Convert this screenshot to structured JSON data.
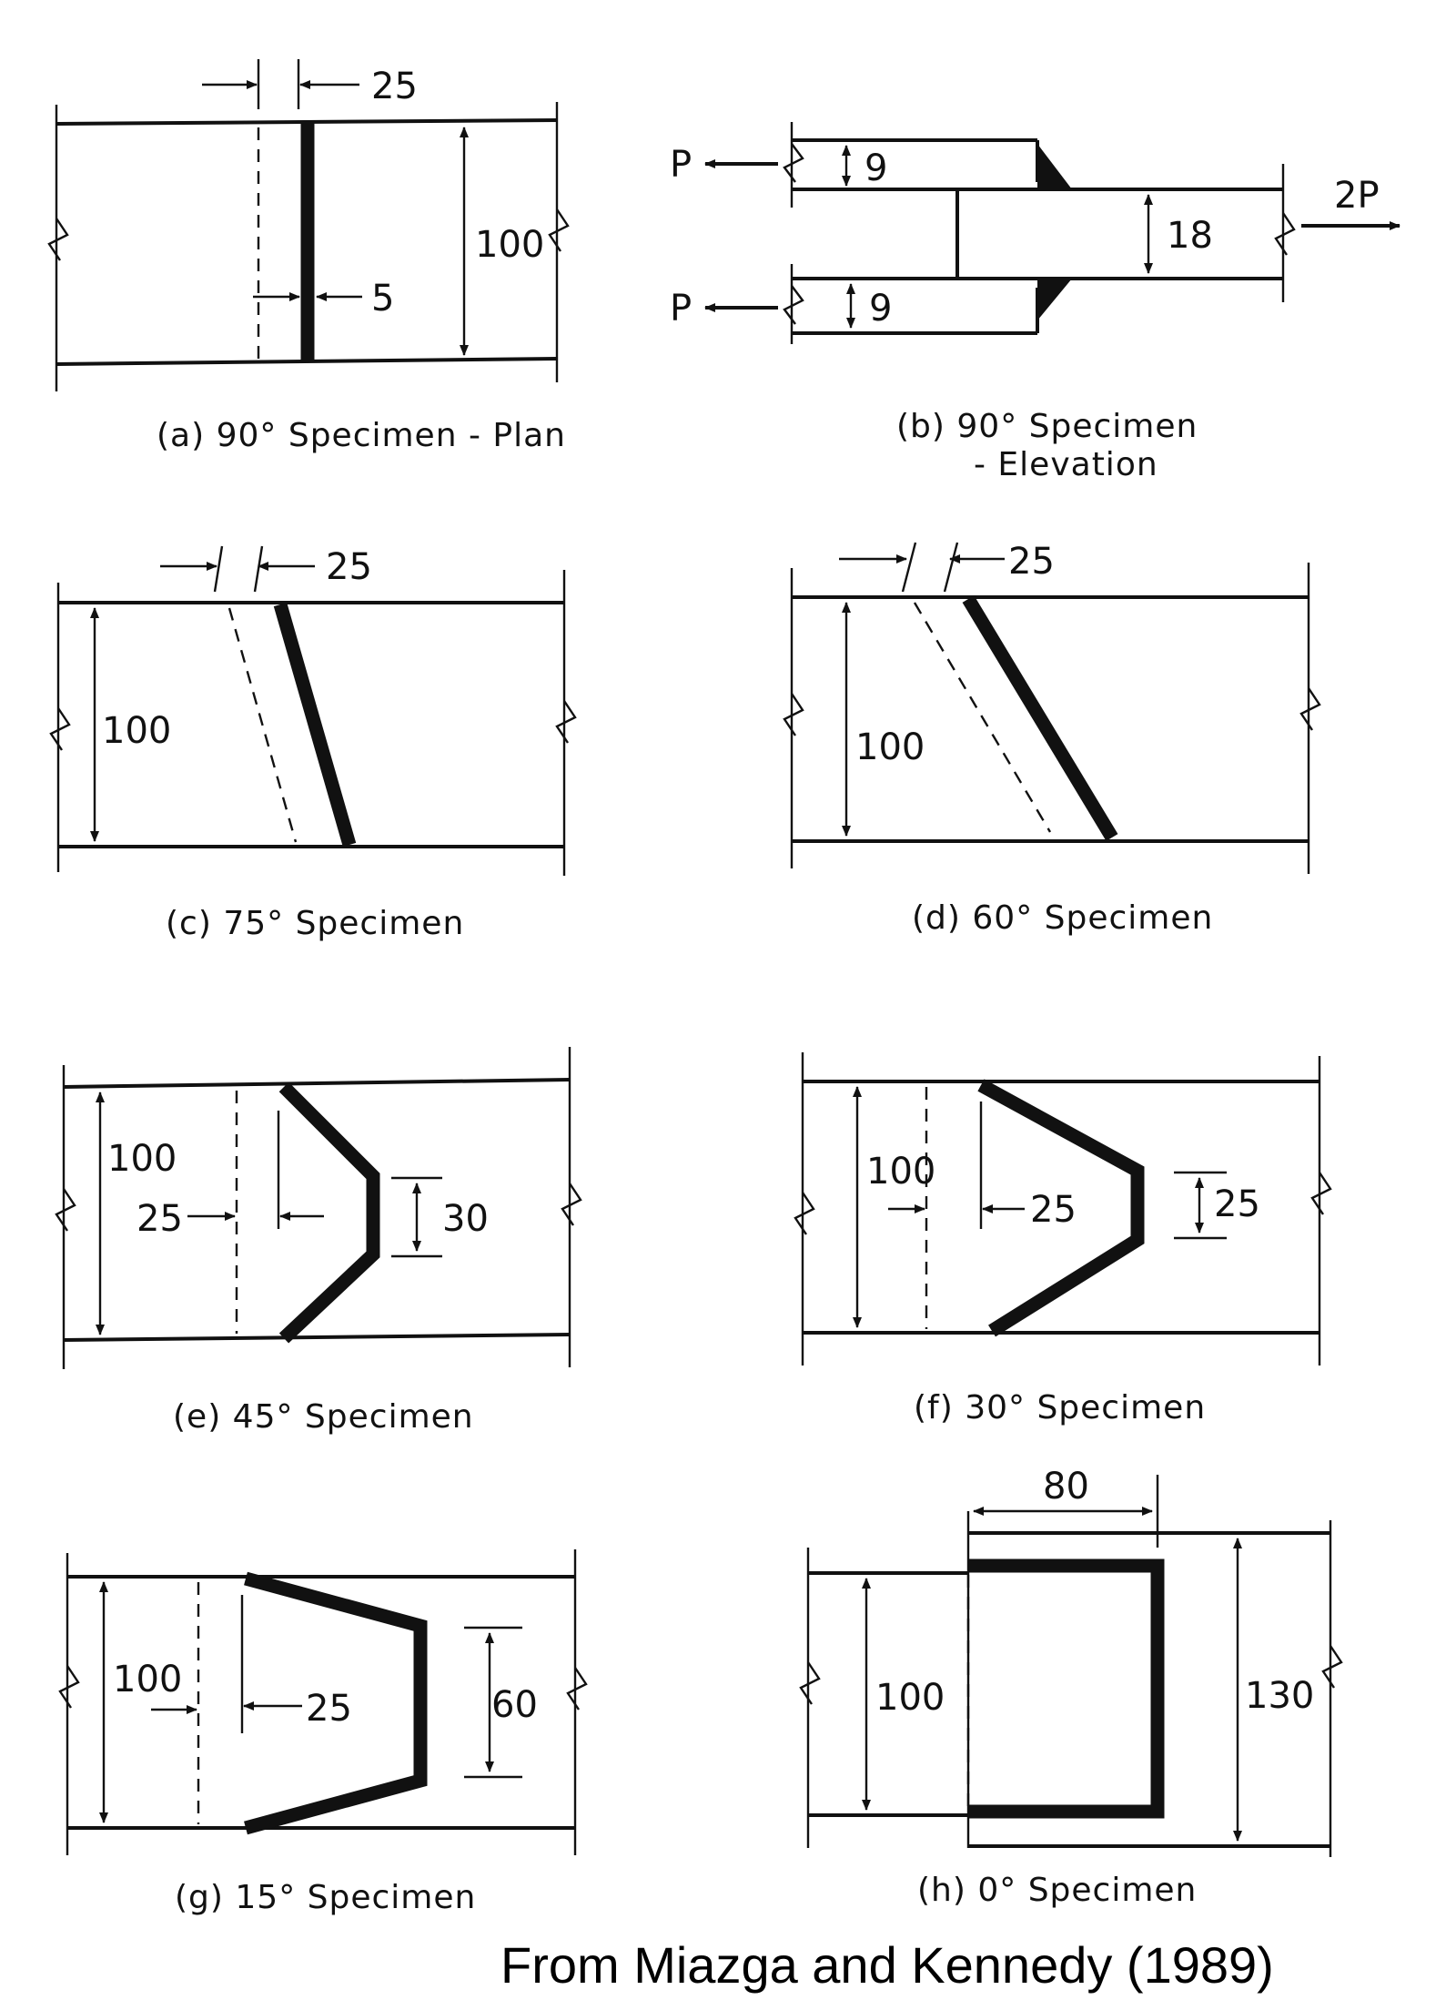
{
  "panels": [
    {
      "id": "a",
      "caption": "(a) 90° Specimen - Plan",
      "dims": [
        "25",
        "100",
        "5"
      ]
    },
    {
      "id": "b",
      "caption_line1": "(b) 90° Specimen",
      "caption_line2": "- Elevation",
      "dims": [
        "9",
        "18",
        "9"
      ],
      "loads": [
        "P",
        "P",
        "2P"
      ]
    },
    {
      "id": "c",
      "caption": "(c) 75° Specimen",
      "dims": [
        "25",
        "100"
      ]
    },
    {
      "id": "d",
      "caption": "(d) 60° Specimen",
      "dims": [
        "25",
        "100"
      ]
    },
    {
      "id": "e",
      "caption": "(e) 45° Specimen",
      "dims": [
        "100",
        "25",
        "30"
      ]
    },
    {
      "id": "f",
      "caption": "(f) 30° Specimen",
      "dims": [
        "100",
        "25",
        "25"
      ]
    },
    {
      "id": "g",
      "caption": "(g) 15° Specimen",
      "dims": [
        "100",
        "25",
        "60"
      ]
    },
    {
      "id": "h",
      "caption": "(h) 0° Specimen",
      "dims": [
        "80",
        "100",
        "130"
      ]
    }
  ],
  "credit": "From Miazga and Kennedy (1989)"
}
